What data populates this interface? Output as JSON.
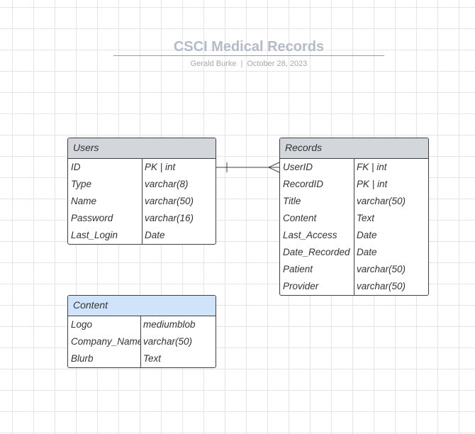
{
  "header": {
    "title": "CSCI Medical Records",
    "author": "Gerald Burke",
    "separator": "|",
    "date": "October 28, 2023"
  },
  "tables": {
    "users": {
      "name": "Users",
      "rows": [
        {
          "field": "ID",
          "type": "PK | int"
        },
        {
          "field": "Type",
          "type": "varchar(8)"
        },
        {
          "field": "Name",
          "type": "varchar(50)"
        },
        {
          "field": "Password",
          "type": "varchar(16)"
        },
        {
          "field": "Last_Login",
          "type": "Date"
        }
      ]
    },
    "records": {
      "name": "Records",
      "rows": [
        {
          "field": "UserID",
          "type": "FK | int"
        },
        {
          "field": "RecordID",
          "type": "PK | int"
        },
        {
          "field": "Title",
          "type": "varchar(50)"
        },
        {
          "field": "Content",
          "type": "Text"
        },
        {
          "field": "Last_Access",
          "type": "Date"
        },
        {
          "field": "Date_Recorded",
          "type": "Date"
        },
        {
          "field": "Patient",
          "type": "varchar(50)"
        },
        {
          "field": "Provider",
          "type": "varchar(50)"
        }
      ]
    },
    "content": {
      "name": "Content",
      "rows": [
        {
          "field": "Logo",
          "type": "mediumblob"
        },
        {
          "field": "Company_Name",
          "type": "varchar(50)"
        },
        {
          "field": "Blurb",
          "type": "Text"
        }
      ]
    }
  },
  "relationships": [
    {
      "from": "users.ID",
      "to": "records.UserID",
      "from_end": "one",
      "to_end": "many"
    }
  ],
  "colors": {
    "header_gray": "#d3d6db",
    "header_blue": "#cfe4fb",
    "border": "#3f3f3f",
    "title": "#b4bac6"
  }
}
